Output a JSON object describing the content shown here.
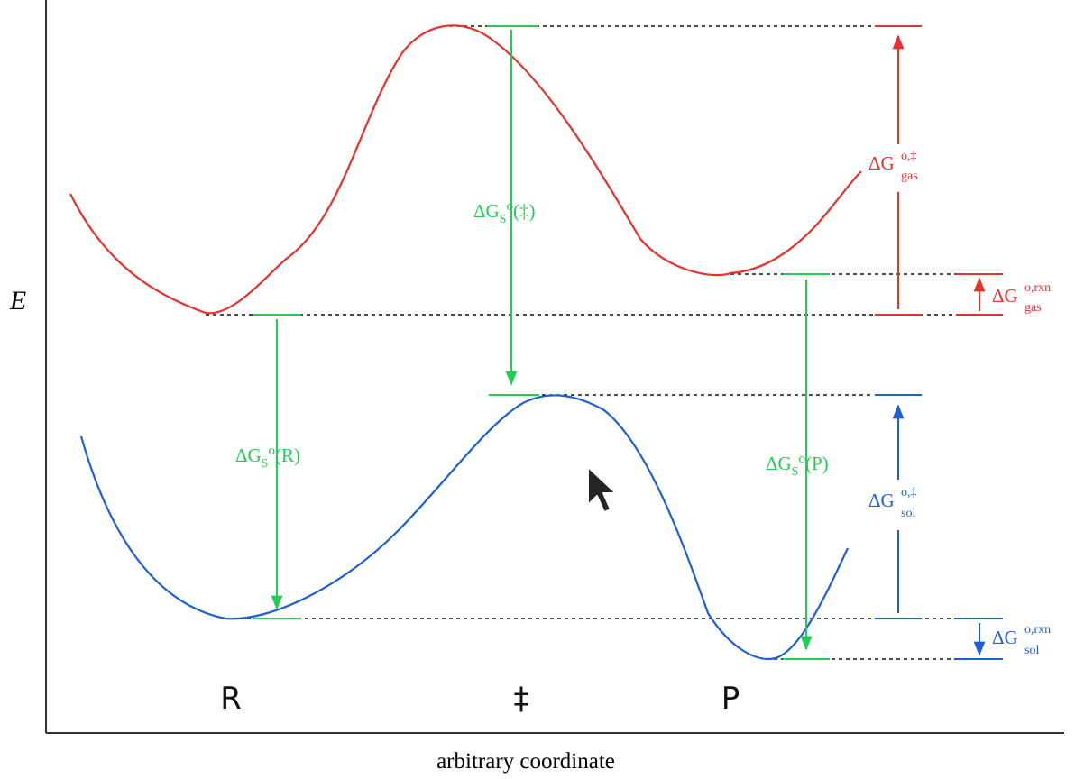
{
  "axis": {
    "y_label": "E",
    "x_label": "arbitrary coordinate"
  },
  "points": {
    "reactant": "R",
    "transition_state": "‡",
    "product": "P"
  },
  "colors": {
    "gas": "#e8302c",
    "solution": "#1e5fd6",
    "solvation": "#22cc55",
    "guide": "#111111"
  },
  "solvation_labels": {
    "ts": {
      "base": "ΔG",
      "sub": "S",
      "sup": "o",
      "arg": "(‡)"
    },
    "reactant": {
      "base": "ΔG",
      "sub": "S",
      "sup": "o",
      "arg": "(R)"
    },
    "product": {
      "base": "ΔG",
      "sub": "S",
      "sup": "o",
      "arg": "(P)"
    }
  },
  "energy_labels": {
    "gas_barrier": {
      "base": "ΔG",
      "sup": "o,‡",
      "sub": "gas"
    },
    "gas_reaction": {
      "base": "ΔG",
      "sup": "o,rxn",
      "sub": "gas"
    },
    "sol_barrier": {
      "base": "ΔG",
      "sup": "o,‡",
      "sub": "sol"
    },
    "sol_reaction": {
      "base": "ΔG",
      "sup": "o,rxn",
      "sub": "sol"
    }
  },
  "cursor": "mouse-pointer-icon"
}
